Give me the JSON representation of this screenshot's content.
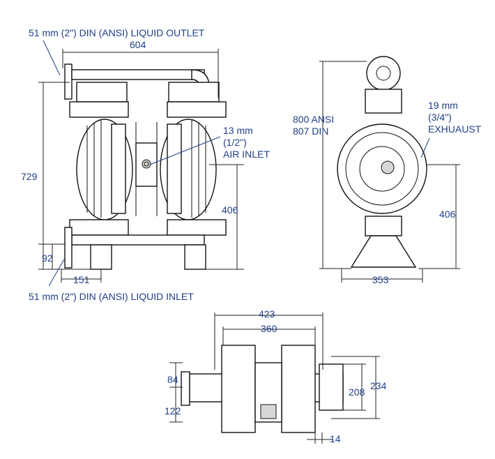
{
  "labels": {
    "outlet": "51 mm (2\") DIN (ANSI) LIQUID OUTLET",
    "inlet": "51 mm (2\") DIN (ANSI) LIQUID INLET",
    "air_inlet_line1": "13 mm",
    "air_inlet_line2": "(1/2\")",
    "air_inlet_line3": "AIR INLET",
    "exhaust_line1": "19 mm",
    "exhaust_line2": "(3/4\")",
    "exhaust_line3": "EXHUAUST",
    "height_line1": "800 ANSI",
    "height_line2": "807 DIN"
  },
  "dimensions": {
    "front_width": "604",
    "front_height": "729",
    "front_406": "406",
    "front_92": "92",
    "front_151": "151",
    "side_406": "406",
    "side_353": "353",
    "top_423": "423",
    "top_360": "360",
    "top_84": "84",
    "top_122": "122",
    "top_208": "208",
    "top_234": "234",
    "top_14": "14"
  }
}
